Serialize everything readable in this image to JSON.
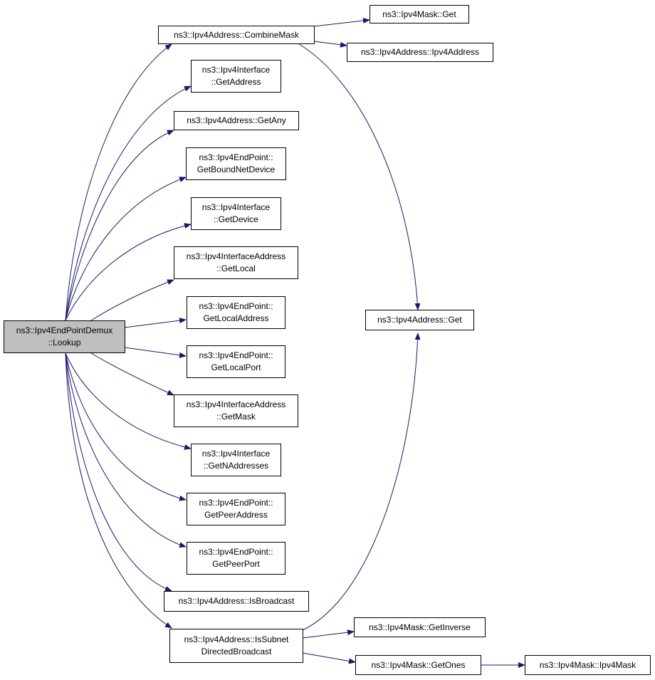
{
  "colors": {
    "edge": "#191970",
    "node_border": "#000000",
    "root_fill": "#bfbfbf",
    "node_fill": "#ffffff"
  },
  "nodes": {
    "root": {
      "l1": "ns3::Ipv4EndPointDemux",
      "l2": "::Lookup"
    },
    "combineMask": {
      "l1": "ns3::Ipv4Address::CombineMask"
    },
    "maskGet": {
      "l1": "ns3::Ipv4Mask::Get"
    },
    "addrCtor": {
      "l1": "ns3::Ipv4Address::Ipv4Address"
    },
    "ifGetAddress": {
      "l1": "ns3::Ipv4Interface",
      "l2": "::GetAddress"
    },
    "getAny": {
      "l1": "ns3::Ipv4Address::GetAny"
    },
    "boundDev": {
      "l1": "ns3::Ipv4EndPoint::",
      "l2": "GetBoundNetDevice"
    },
    "ifGetDevice": {
      "l1": "ns3::Ipv4Interface",
      "l2": "::GetDevice"
    },
    "ifaGetLocal": {
      "l1": "ns3::Ipv4InterfaceAddress",
      "l2": "::GetLocal"
    },
    "epLocalAddr": {
      "l1": "ns3::Ipv4EndPoint::",
      "l2": "GetLocalAddress"
    },
    "epLocalPort": {
      "l1": "ns3::Ipv4EndPoint::",
      "l2": "GetLocalPort"
    },
    "ifaGetMask": {
      "l1": "ns3::Ipv4InterfaceAddress",
      "l2": "::GetMask"
    },
    "ifGetN": {
      "l1": "ns3::Ipv4Interface",
      "l2": "::GetNAddresses"
    },
    "epPeerAddr": {
      "l1": "ns3::Ipv4EndPoint::",
      "l2": "GetPeerAddress"
    },
    "epPeerPort": {
      "l1": "ns3::Ipv4EndPoint::",
      "l2": "GetPeerPort"
    },
    "isBroadcast": {
      "l1": "ns3::Ipv4Address::IsBroadcast"
    },
    "isSubnet": {
      "l1": "ns3::Ipv4Address::IsSubnet",
      "l2": "DirectedBroadcast"
    },
    "addrGet": {
      "l1": "ns3::Ipv4Address::Get"
    },
    "getInverse": {
      "l1": "ns3::Ipv4Mask::GetInverse"
    },
    "getOnes": {
      "l1": "ns3::Ipv4Mask::GetOnes"
    },
    "maskCtor": {
      "l1": "ns3::Ipv4Mask::Ipv4Mask"
    }
  }
}
